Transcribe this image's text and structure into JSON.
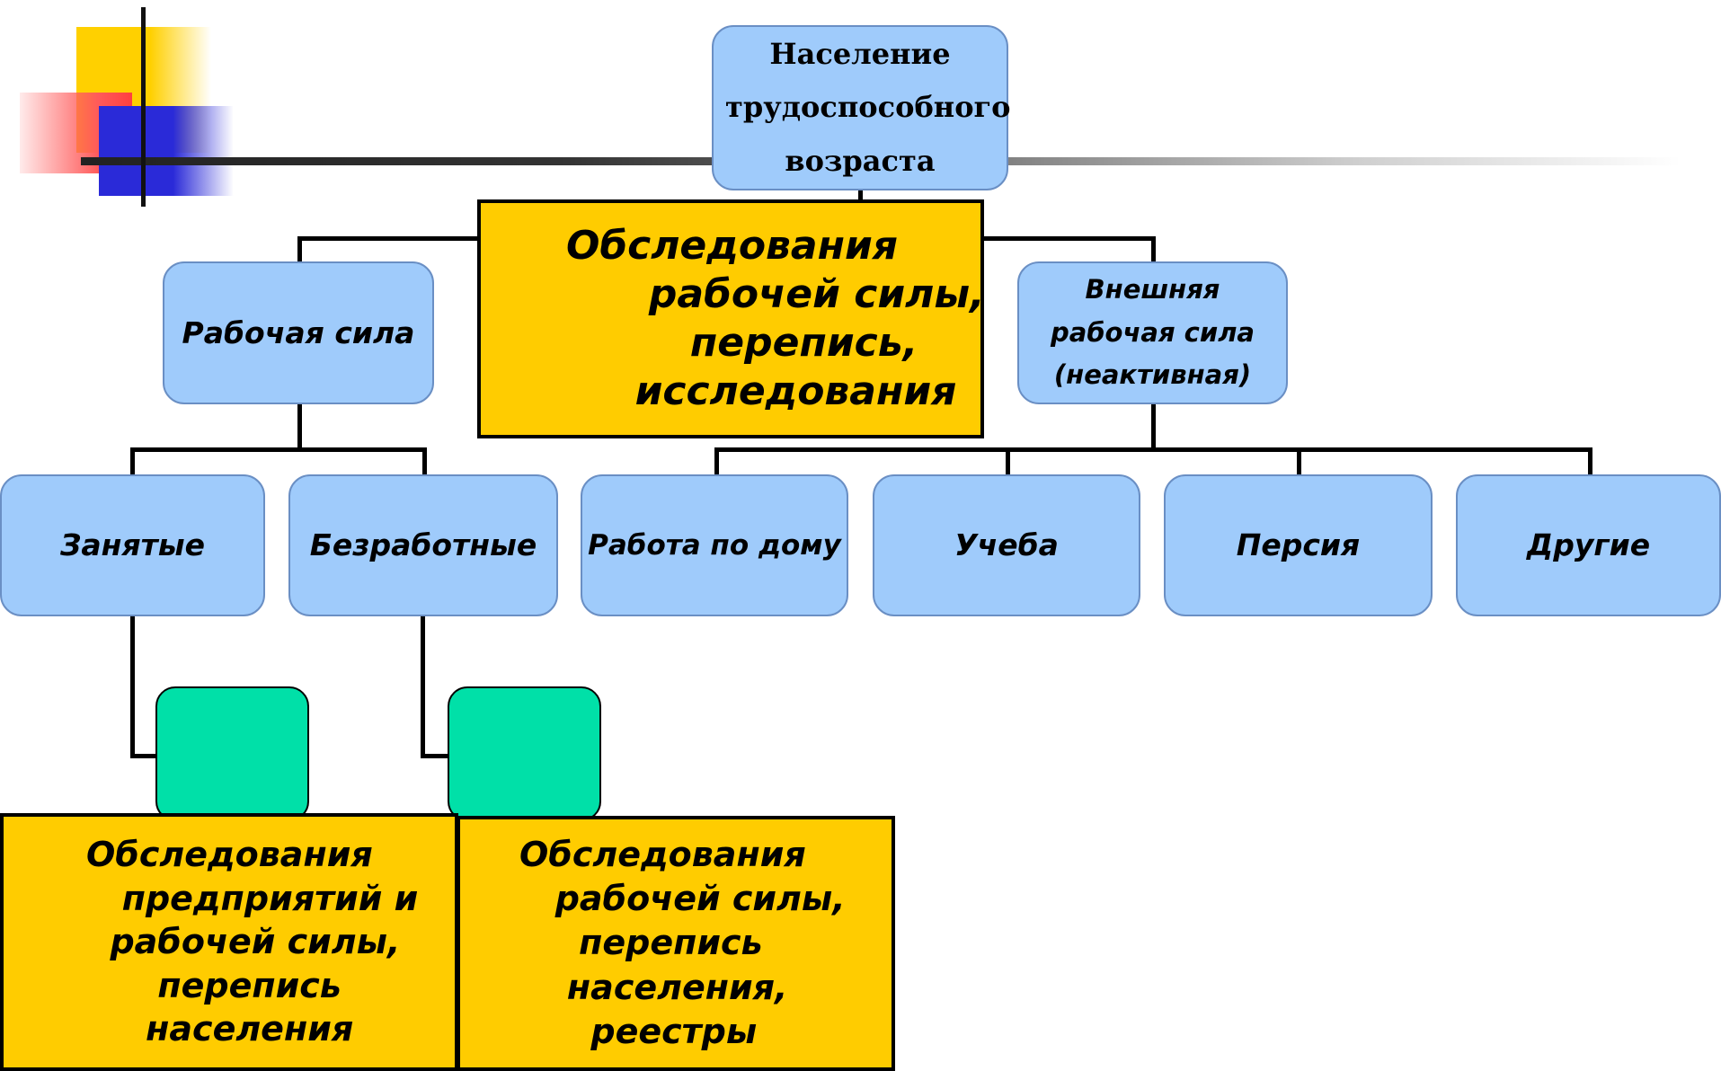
{
  "top_node": {
    "label": "Население трудоспособного возраста"
  },
  "labour_force": {
    "label": "Рабочая сила"
  },
  "outside_labour_force": {
    "label": "Внешняя рабочая сила (неактивная)"
  },
  "employed": {
    "label": "Занятые"
  },
  "unemployed": {
    "label": "Безработные"
  },
  "housework": {
    "label": "Работа по дому"
  },
  "study": {
    "label": "Учеба"
  },
  "pension": {
    "label": "Персия"
  },
  "other": {
    "label": "Другие"
  },
  "callout_center": {
    "text": "Обследования\n      рабочей силы,\n         перепись,\n     исследования"
  },
  "callout_employed": {
    "text": "Обследования\n   предприятий и\n  рабочей силы,\n      перепись\n     населения"
  },
  "callout_unemployed": {
    "text": "Обследования\n   рабочей силы,\n     перепись\n    населения,\n      реестры"
  },
  "colors": {
    "node_fill": "#9fcbfb",
    "callout_fill": "#ffcc00",
    "green_box_fill": "#00e0a8",
    "deco_yellow": "#ffd000",
    "deco_red": "#ff5a5a",
    "deco_blue": "#2a2ad8"
  }
}
